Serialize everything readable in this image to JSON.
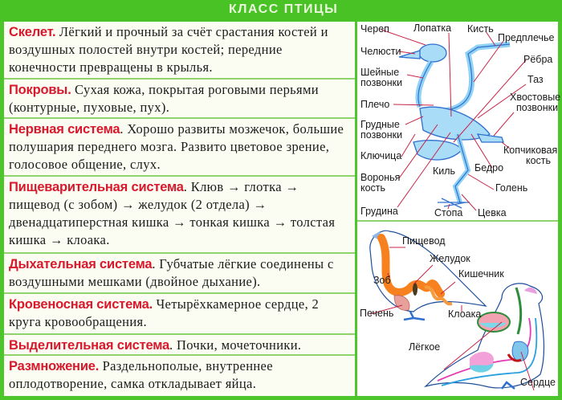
{
  "header": {
    "title": "КЛАСС ПТИЦЫ"
  },
  "rows": [
    {
      "term": "Скелет.",
      "text": " Лёгкий и прочный за счёт срастания костей и воздушных полостей внутри костей; передние конечности превращены в крылья."
    },
    {
      "term": "Покровы.",
      "text": " Сухая кожа, покрытая роговыми перьями (контурные, пуховые, пух)."
    },
    {
      "term": "Нервная система",
      "text": ". Хорошо развиты мозжечок, большие полушария переднего мозга. Развито цветовое зрение, голосовое общение, слух."
    },
    {
      "term": "Пищеварительная система",
      "text": ". Клюв → глотка → пищевод (с зобом) → желудок (2 отдела) → двенадцатиперстная кишка → тонкая кишка → толстая кишка → клоака."
    },
    {
      "term": "Дыхательная система",
      "text": ". Губчатые лёгкие соединены с воздушными мешками (двойное дыхание)."
    },
    {
      "term": "Кровеносная система.",
      "text": " Четырёхкамерное сердце, 2 круга кровообращения."
    },
    {
      "term": "Выделительная система",
      "text": ". Почки, мочеточники."
    },
    {
      "term": "Размножение.",
      "text": " Раздельнополые, внутреннее оплодотворение, самка откладывает яйца."
    }
  ],
  "skeleton": {
    "labels": {
      "skull": "Череп",
      "scapula": "Лопатка",
      "hand": "Кисть",
      "forearm": "Предплечье",
      "jaws": "Челюсти",
      "ribs": "Рёбра",
      "cervical_1": "Шейные",
      "cervical_2": "позвонки",
      "pelvis": "Таз",
      "humerus": "Плечо",
      "caudal_1": "Хвостовые",
      "caudal_2": "позвонки",
      "thoracic_1": "Грудные",
      "thoracic_2": "позвонки",
      "clavicle": "Ключица",
      "pygostyle_1": "Копчиковая",
      "pygostyle_2": "кость",
      "keel": "Киль",
      "femur": "Бедро",
      "coracoid_1": "Воронья",
      "coracoid_2": "кость",
      "tibia": "Голень",
      "sternum": "Грудина",
      "foot": "Стопа",
      "tarsus": "Цевка"
    }
  },
  "digestive": {
    "labels": {
      "esophagus": "Пищевод",
      "stomach": "Желудок",
      "crop": "Зоб",
      "intestine": "Кишечник",
      "liver": "Печень",
      "cloaca": "Клоака"
    }
  },
  "circulatory": {
    "labels": {
      "lung": "Лёгкое",
      "heart": "Сердце"
    }
  },
  "colors": {
    "frame_green": "#4cc62a",
    "row_border": "#8fd36d",
    "term_red": "#d8182c",
    "bone_blue": "#8fd2f4",
    "organ_orange": "#f7811f"
  }
}
